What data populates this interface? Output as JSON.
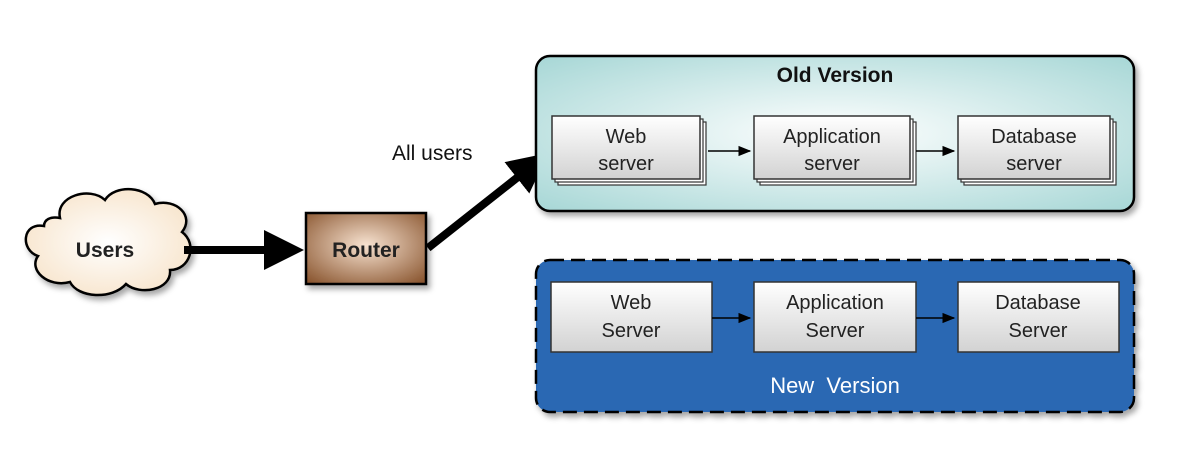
{
  "users": {
    "label": "Users"
  },
  "router": {
    "label": "Router"
  },
  "edge_label": "All users",
  "old_version": {
    "title": "Old Version",
    "web": [
      "Web",
      "server"
    ],
    "app": [
      "Application",
      "server"
    ],
    "db": [
      "Database",
      "server"
    ]
  },
  "new_version": {
    "title": "New  Version",
    "web": [
      "Web",
      "Server"
    ],
    "app": [
      "Application",
      "Server"
    ],
    "db": [
      "Database",
      "Server"
    ]
  },
  "colors": {
    "old_fill": "#c9e9e8",
    "new_fill": "#2a68b3",
    "router_fill": "#a5714a",
    "cloud_fill": "#fbeedd"
  }
}
